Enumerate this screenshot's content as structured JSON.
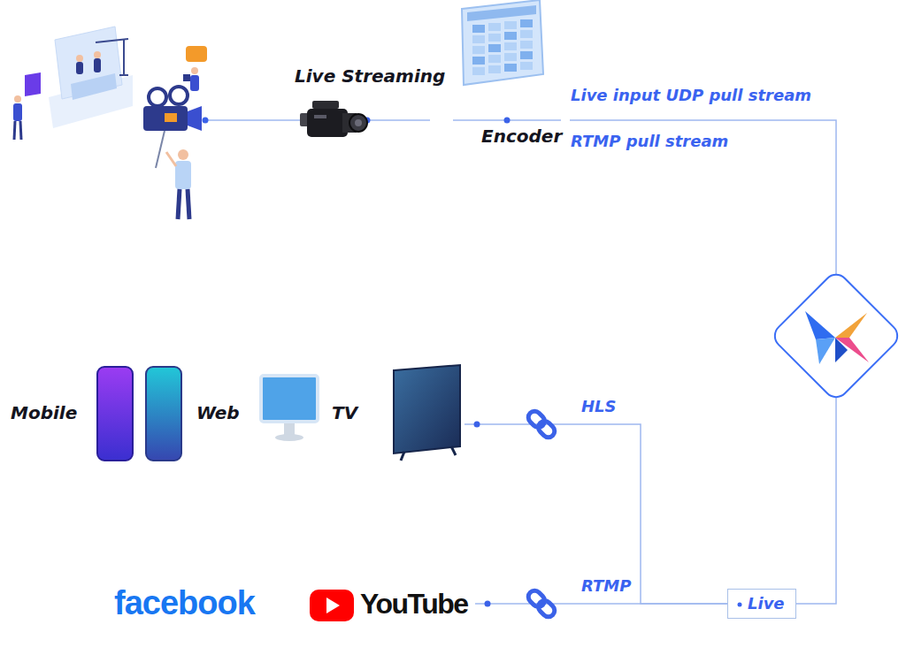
{
  "diagram": {
    "nodes": [
      {
        "text": [
          "Live Streaming"
        ]
      },
      {
        "text": [
          "Encoder"
        ]
      },
      {
        "text": [
          "Mobile",
          "Web",
          "TV"
        ]
      },
      {
        "text": [
          "facebook",
          "YouTube"
        ]
      },
      {
        "text": [
          "Live"
        ]
      }
    ],
    "edges": [
      {
        "from": 0,
        "to": 1,
        "arrow": "none"
      },
      {
        "from": 1,
        "to": 4,
        "arrow": "none"
      },
      {
        "from": 4,
        "to": 2,
        "label": "HLS",
        "arrow": "none"
      },
      {
        "from": 4,
        "to": 3,
        "label": "RTMP",
        "arrow": "none"
      }
    ],
    "labels": [
      "Live input UDP pull stream",
      "RTMP pull stream"
    ]
  }
}
